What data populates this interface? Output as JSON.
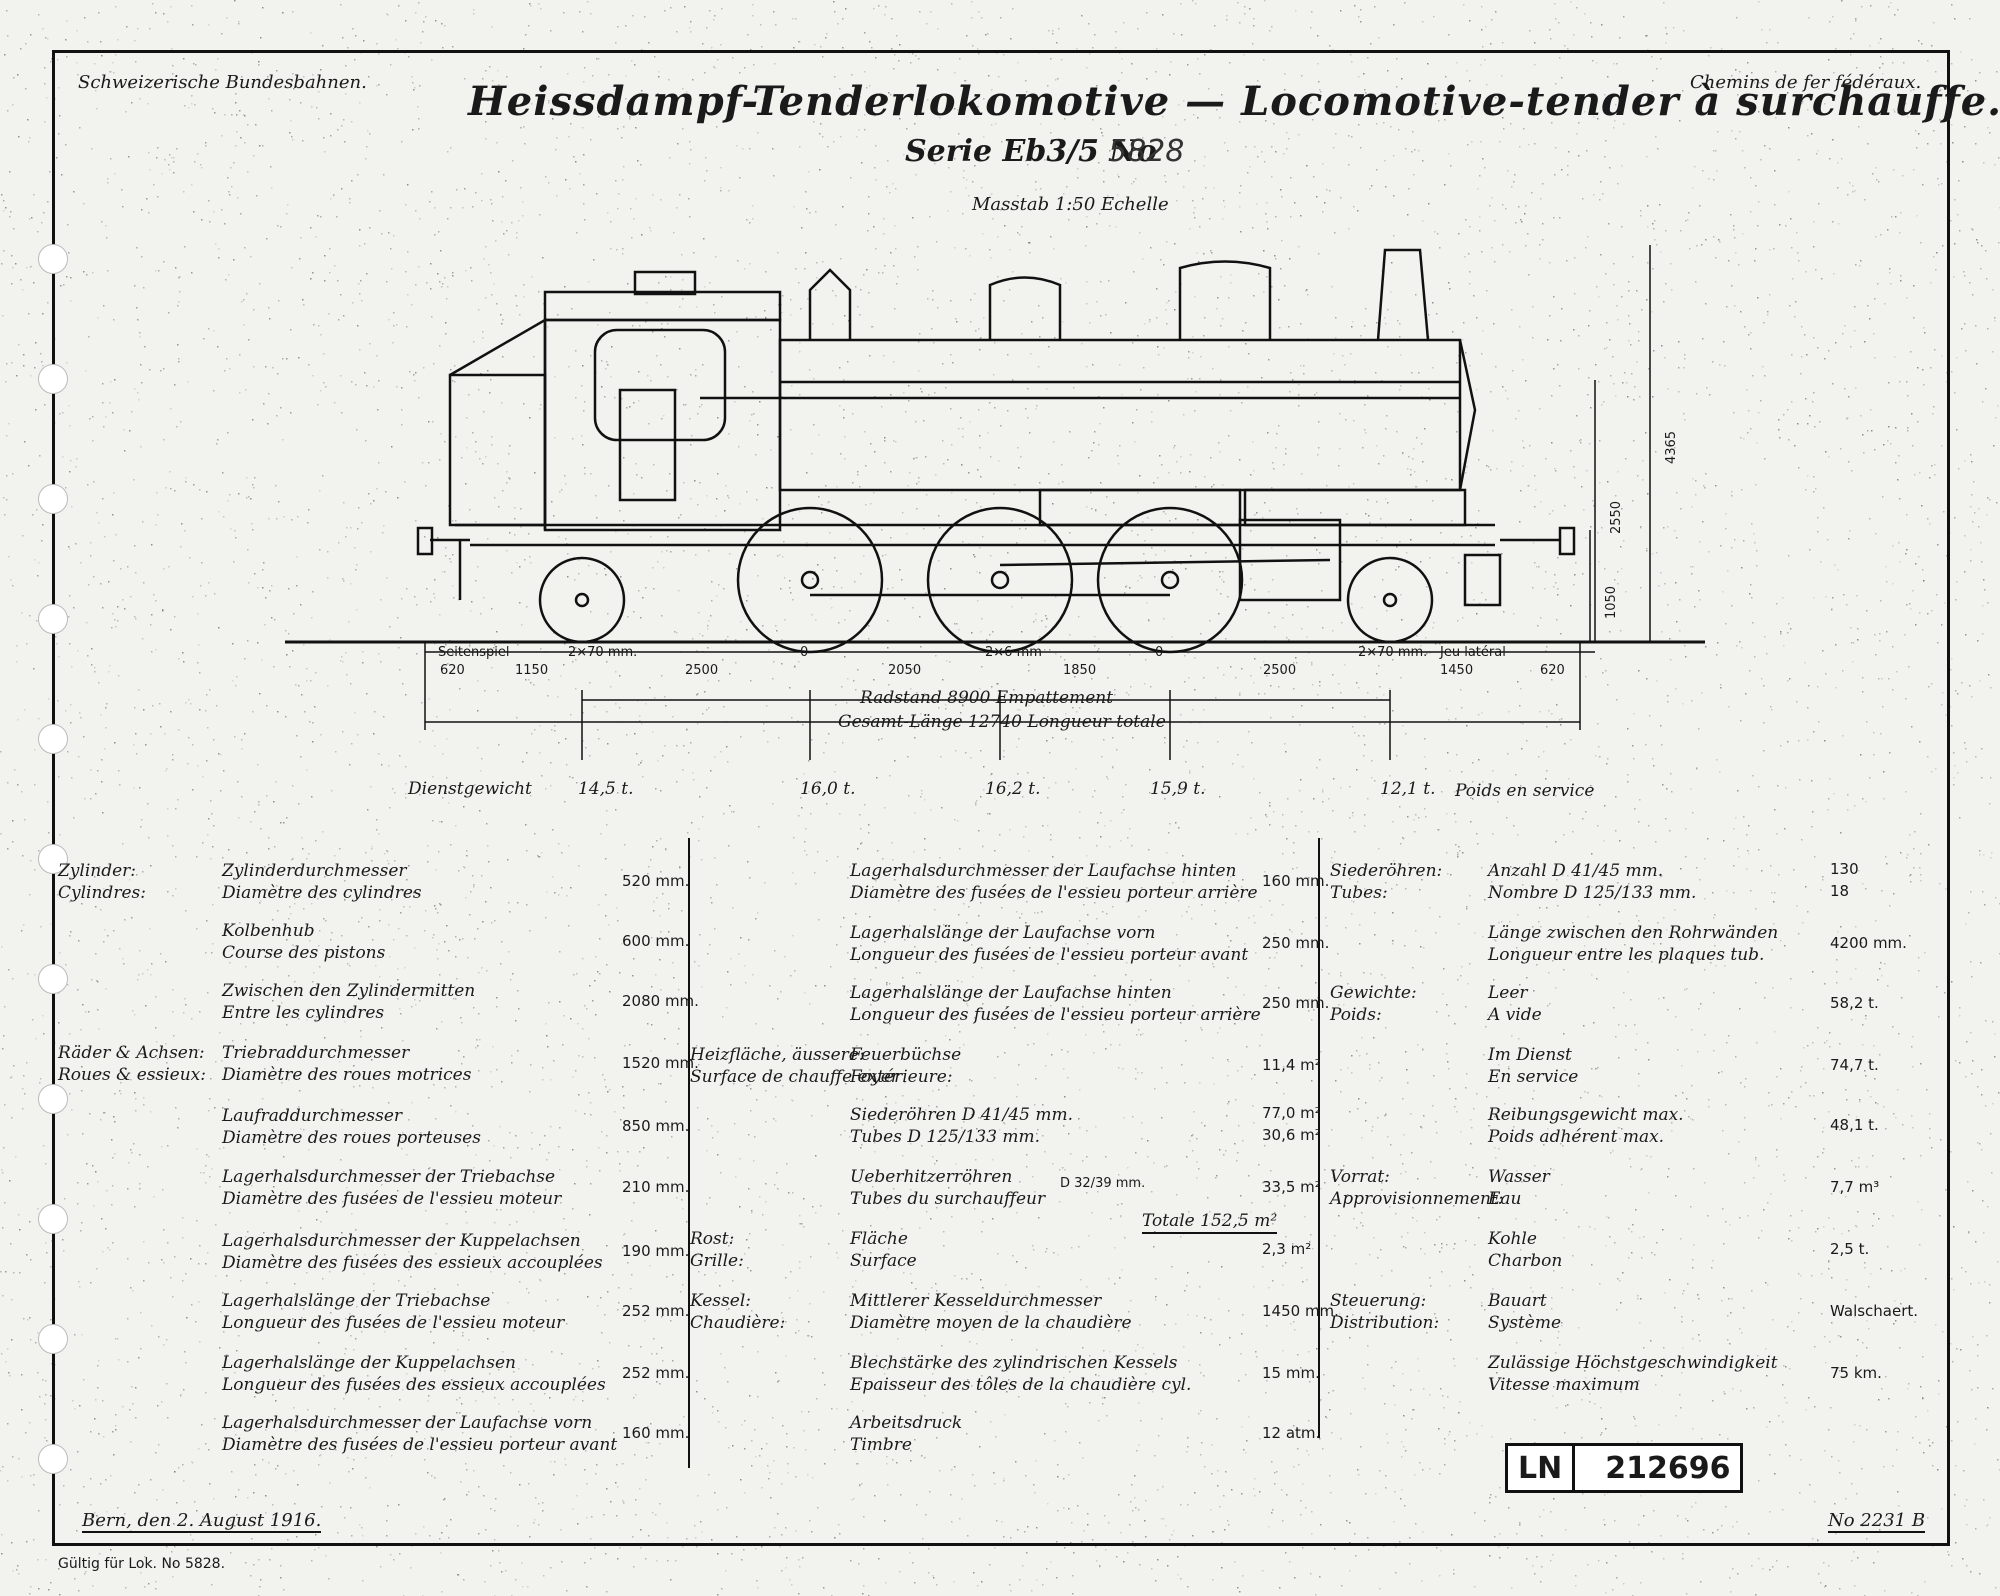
{
  "header": {
    "left": "Schweizerische Bundesbahnen.",
    "right": "Chemins de fer fédéraux.",
    "title": "Heissdampf-Tenderlokomotive — Locomotive-tender à surchauffe.",
    "series_label": "Serie Eb3/5 No",
    "series_no": "5828",
    "scale": "Masstab 1:50 Echelle"
  },
  "drawing": {
    "dims": {
      "seitenspiel": "Seitenspiel",
      "jeu_lateral": "Jeu latéral",
      "d620a": "620",
      "d1150": "1150",
      "d2x70a": "2×70 mm.",
      "d2500a": "2500",
      "d0a": "0",
      "d2050": "2050",
      "d2x6": "2×6 mm",
      "d1850": "1850",
      "d0b": "0",
      "d2500b": "2500",
      "d2x70b": "2×70 mm.",
      "d1450": "1450",
      "d620b": "620",
      "radstand": "Radstand 8900 Empattement",
      "gesamt": "Gesamt-Länge 12740 Longueur totale",
      "h4365": "4365",
      "h2550": "2550",
      "h1050": "1050"
    },
    "weights": {
      "label_de": "Dienstgewicht",
      "label_fr": "Poids en service",
      "w1": "14,5 t.",
      "w2": "16,0 t.",
      "w3": "16,2 t.",
      "w4": "15,9 t.",
      "w5": "12,1 t."
    }
  },
  "table": {
    "col1": [
      {
        "group_de": "Zylinder:",
        "group_fr": "Cylindres:",
        "de": "Zylinderdurchmesser",
        "fr": "Diamètre des cylindres",
        "value": "520 mm."
      },
      {
        "de": "Kolbenhub",
        "fr": "Course des pistons",
        "value": "600 mm."
      },
      {
        "de": "Zwischen den Zylindermitten",
        "fr": "Entre les cylindres",
        "value": "2080 mm."
      },
      {
        "group_de": "Räder & Achsen:",
        "group_fr": "Roues & essieux:",
        "de": "Triebraddurchmesser",
        "fr": "Diamètre des roues motrices",
        "value": "1520 mm."
      },
      {
        "de": "Laufraddurchmesser",
        "fr": "Diamètre des roues porteuses",
        "value": "850 mm."
      },
      {
        "de": "Lagerhalsdurchmesser der Triebachse",
        "fr": "Diamètre des fusées de l'essieu moteur",
        "value": "210 mm."
      },
      {
        "de": "Lagerhalsdurchmesser der Kuppelachsen",
        "fr": "Diamètre des fusées des essieux accouplées",
        "value": "190 mm."
      },
      {
        "de": "Lagerhalslänge der Triebachse",
        "fr": "Longueur des fusées de l'essieu moteur",
        "value": "252 mm."
      },
      {
        "de": "Lagerhalslänge der Kuppelachsen",
        "fr": "Longueur des fusées des essieux accouplées",
        "value": "252 mm."
      },
      {
        "de": "Lagerhalsdurchmesser der Laufachse vorn",
        "fr": "Diamètre des fusées de l'essieu porteur avant",
        "value": "160 mm."
      }
    ],
    "col2": [
      {
        "de": "Lagerhalsdurchmesser der Laufachse hinten",
        "fr": "Diamètre des fusées de l'essieu porteur arrière",
        "value": "160 mm."
      },
      {
        "de": "Lagerhalslänge der Laufachse vorn",
        "fr": "Longueur des fusées de l'essieu porteur avant",
        "value": "250 mm."
      },
      {
        "de": "Lagerhalslänge der Laufachse hinten",
        "fr": "Longueur des fusées de l'essieu porteur arrière",
        "value": "250 mm."
      },
      {
        "group_de": "Heizfläche, äussere:",
        "group_fr": "Surface de chauffe extérieure:",
        "de": "Feuerbüchse",
        "fr": "Foyer",
        "value": "11,4 m²"
      },
      {
        "de": "Siederöhren  D 41/45 mm.",
        "fr": "Tubes  D 125/133 mm.",
        "value": "77,0 m²",
        "value2": "30,6 m²"
      },
      {
        "de": "Ueberhitzerröhren",
        "fr": "Tubes du surchauffeur",
        "note": "D 32/39 mm.",
        "value": "33,5 m²",
        "total": "Totale 152,5 m²"
      },
      {
        "group_de": "Rost:",
        "group_fr": "Grille:",
        "de": "Fläche",
        "fr": "Surface",
        "value": "2,3 m²"
      },
      {
        "group_de": "Kessel:",
        "group_fr": "Chaudière:",
        "de": "Mittlerer Kesseldurchmesser",
        "fr": "Diamètre moyen de la chaudière",
        "value": "1450 mm."
      },
      {
        "de": "Blechstärke des zylindrischen Kessels",
        "fr": "Epaisseur des tôles de la chaudière cyl.",
        "value": "15 mm."
      },
      {
        "de": "Arbeitsdruck",
        "fr": "Timbre",
        "value": "12 atm."
      }
    ],
    "col3": [
      {
        "group_de": "Siederöhren:",
        "group_fr": "Tubes:",
        "de": "Anzahl  D 41/45 mm.",
        "fr": "Nombre  D 125/133 mm.",
        "value": "130",
        "value2": "18"
      },
      {
        "de": "Länge zwischen den Rohrwänden",
        "fr": "Longueur entre les plaques tub.",
        "value": "4200 mm."
      },
      {
        "group_de": "Gewichte:",
        "group_fr": "Poids:",
        "de": "Leer",
        "fr": "A vide",
        "value": "58,2 t."
      },
      {
        "de": "Im Dienst",
        "fr": "En service",
        "value": "74,7 t."
      },
      {
        "de": "Reibungsgewicht max.",
        "fr": "Poids adhérent max.",
        "value": "48,1 t."
      },
      {
        "group_de": "Vorrat:",
        "group_fr": "Approvisionnement:",
        "de": "Wasser",
        "fr": "Eau",
        "value": "7,7 m³"
      },
      {
        "de": "Kohle",
        "fr": "Charbon",
        "value": "2,5 t."
      },
      {
        "group_de": "Steuerung:",
        "group_fr": "Distribution:",
        "de": "Bauart",
        "fr": "Système",
        "value": "Walschaert."
      },
      {
        "de": "Zulässige Höchstgeschwindigkeit",
        "fr": "Vitesse maximum",
        "value": "75 km."
      }
    ]
  },
  "footer": {
    "place_date": "Bern, den 2. August 1916.",
    "drawing_no": "No 2231 B",
    "valid": "Gültig für Lok. No 5828.",
    "stamp_prefix": "LN",
    "stamp_no": "212696"
  }
}
